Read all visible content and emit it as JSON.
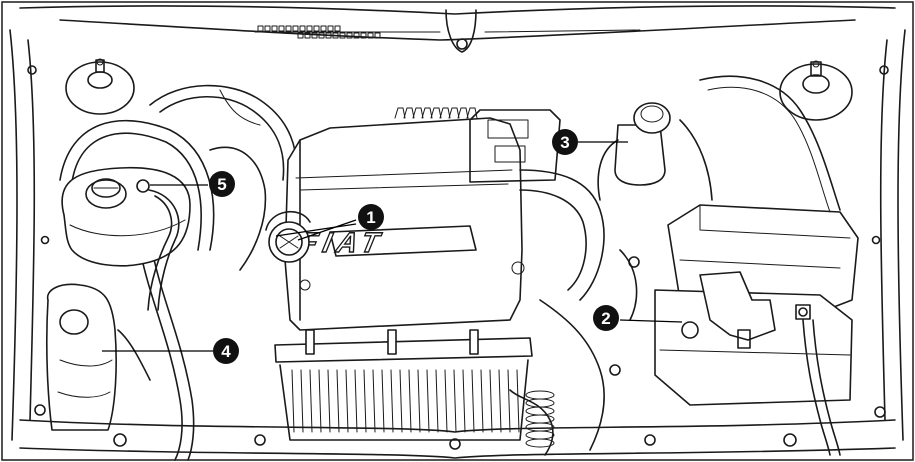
{
  "diagram": {
    "engine_logo": "FIAT",
    "callouts": [
      {
        "label": "1"
      },
      {
        "label": "2"
      },
      {
        "label": "3"
      },
      {
        "label": "4"
      },
      {
        "label": "5"
      }
    ]
  }
}
